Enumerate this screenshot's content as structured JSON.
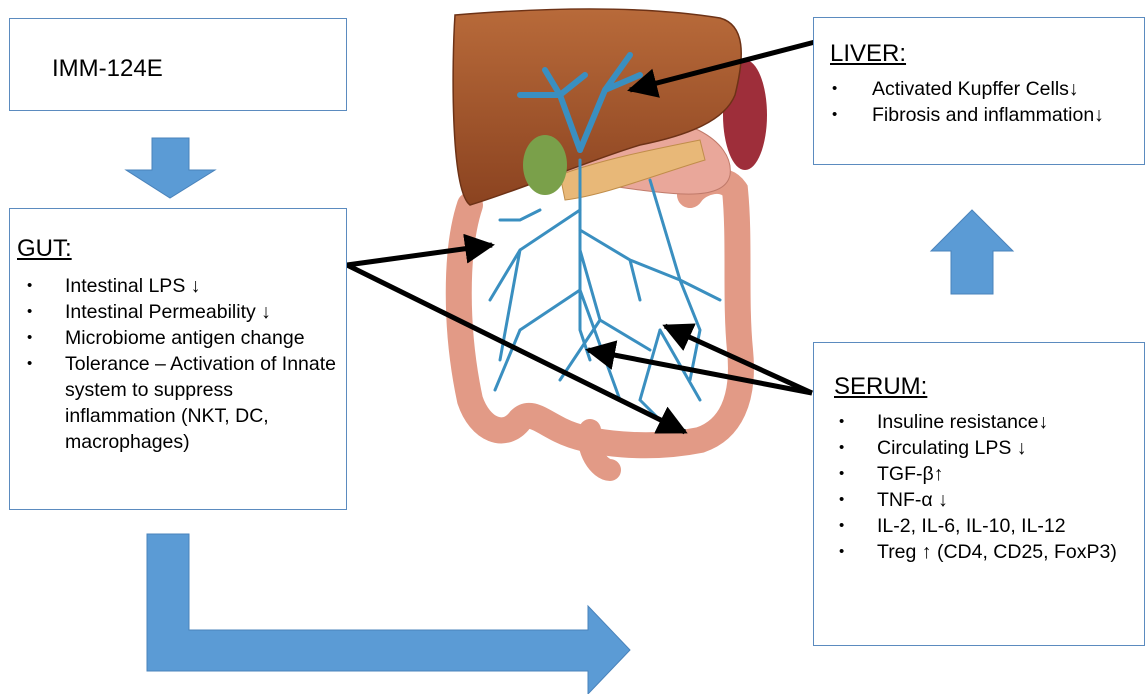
{
  "drug_box": {
    "label": "IMM-124E"
  },
  "gut": {
    "heading": "GUT:",
    "items": [
      "Intestinal LPS ↓",
      "Intestinal Permeability ↓",
      "Microbiome antigen change",
      "Tolerance – Activation of Innate system to suppress inflammation (NKT, DC, macrophages)"
    ]
  },
  "liver": {
    "heading": "LIVER:",
    "items": [
      "Activated Kupffer Cells↓",
      "Fibrosis and inflammation↓"
    ]
  },
  "serum": {
    "heading": "SERUM:",
    "items": [
      "Insuline resistance↓",
      "Circulating LPS ↓",
      "TGF-β↑",
      "TNF-α ↓",
      "IL-2, IL-6, IL-10, IL-12",
      "Treg ↑ (CD4, CD25, FoxP3)"
    ]
  },
  "colors": {
    "box_border": "#5b8bbf",
    "flow_arrow": "#5b9bd5",
    "liver": "#a4562b",
    "vessel": "#3a8fc0"
  }
}
